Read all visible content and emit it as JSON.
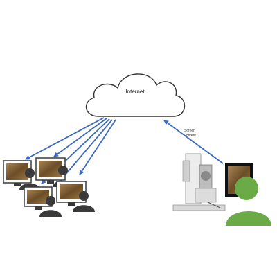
{
  "diagram": {
    "cloud_label": "Internet",
    "link_label_line1": "Screen",
    "link_label_line2": "Content"
  },
  "colors": {
    "arrow": "#3a68c2",
    "cloud_stroke": "#333333",
    "viewer_person": "#3a3a3a",
    "presenter_person": "#6aab47",
    "screen_image": "#8a6a3a"
  },
  "icons": {
    "viewer": "person-at-monitor-icon",
    "presenter": "person-silhouette-icon",
    "device": "slit-lamp-icon"
  }
}
